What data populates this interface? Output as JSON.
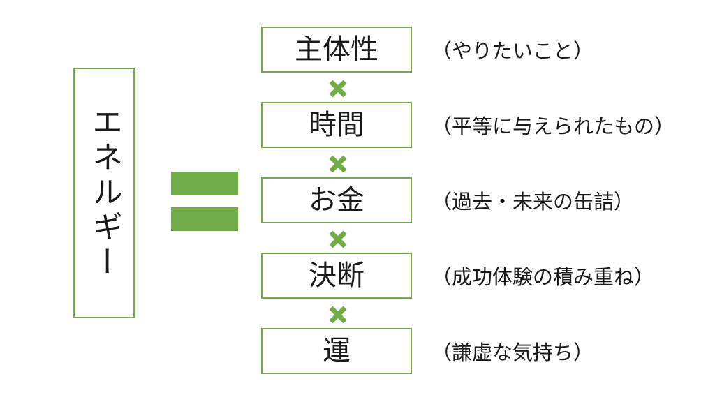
{
  "energy_label": "エネルギー",
  "terms": [
    {
      "label": "主体性",
      "note": "（やりたいこと）"
    },
    {
      "label": "時間",
      "note": "（平等に与えられたもの）"
    },
    {
      "label": "お金",
      "note": "（過去・未来の缶詰）"
    },
    {
      "label": "決断",
      "note": "（成功体験の積み重ね）"
    },
    {
      "label": "運",
      "note": "（謙虚な気持ち）"
    }
  ],
  "colors": {
    "accent": "#70ad47",
    "text": "#1a1a1a",
    "background": "#ffffff"
  },
  "icons": {
    "equals": "equals-sign-icon",
    "multiply": "multiply-sign-icon"
  }
}
